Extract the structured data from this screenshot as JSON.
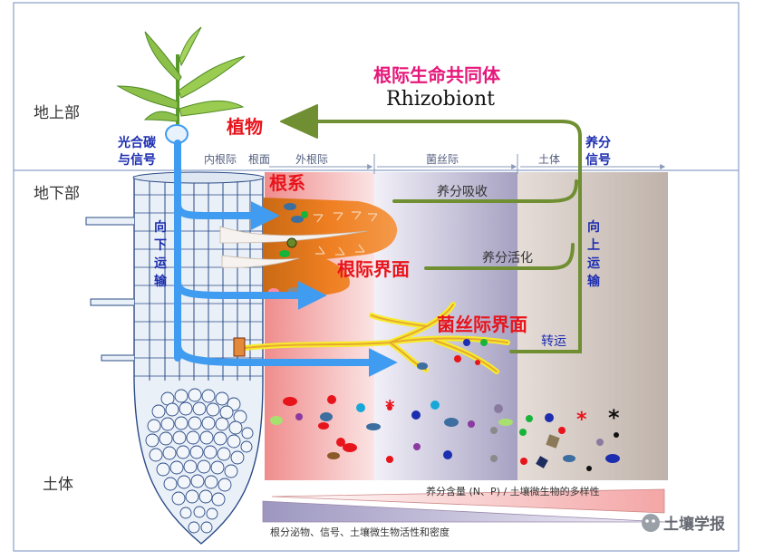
{
  "title_cn": "根际生命共同体",
  "title_en": "Rhizobiont",
  "zones": {
    "above": "地上部",
    "below": "地下部",
    "bulk": "土体"
  },
  "plant_label": "植物",
  "root_label": "根系",
  "rhizo_interface_label": "根际界面",
  "hypho_interface_label": "菌丝际界面",
  "left_labels": {
    "photo_line1": "光合碳",
    "photo_line2": "与信号",
    "down_transport": [
      "向",
      "下",
      "运",
      "输"
    ]
  },
  "right_labels": {
    "nutrient_signal_line1": "养分",
    "nutrient_signal_line2": "信号",
    "up_transport": [
      "向",
      "上",
      "运",
      "输"
    ],
    "transfer": "转运"
  },
  "header_zones": {
    "inner": "内根际",
    "root_surface": "根面",
    "outer": "外根际",
    "hyphosphere": "菌丝际",
    "soil": "土体"
  },
  "nutrient_uptake": "养分吸收",
  "nutrient_activation": "养分活化",
  "gradient1": "养分含量 (N、P) / 土壤微生物的多样性",
  "gradient2": "根分泌物、信号、土壤微生物活性和密度",
  "watermark": "土壤学报",
  "colors": {
    "red_label": "#e8141c",
    "pink_title": "#e6177a",
    "blue_label": "#1c2db0",
    "arrow_green": "#6f8f32",
    "arrow_blue": "#3f9cf0",
    "root_orange": "#e8701e"
  }
}
